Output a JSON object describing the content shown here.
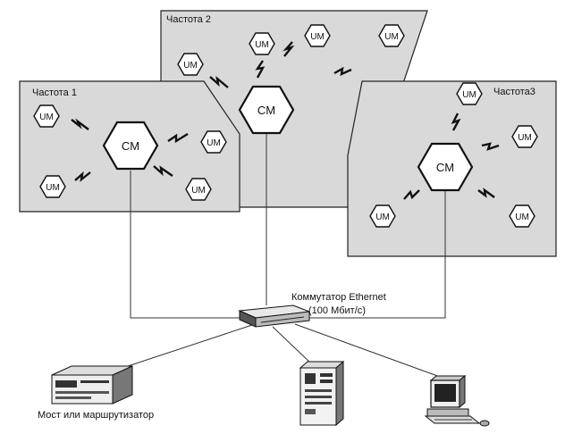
{
  "zones": {
    "freq1": "Частота 1",
    "freq2": "Частота 2",
    "freq3": "Частота3"
  },
  "nodes": {
    "cm": "CM",
    "um": "UM"
  },
  "switch": {
    "line1": "Коммутатор Ethernet",
    "line2": "(100 Мбит/с)"
  },
  "devices": {
    "router_label": "Мост или маршрутизатор"
  }
}
